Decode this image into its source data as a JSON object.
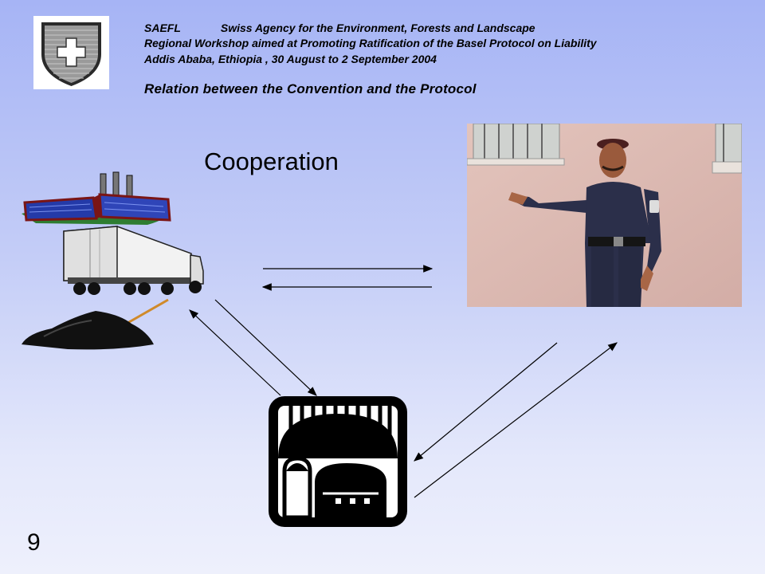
{
  "header": {
    "org_abbr": "SAEFL",
    "org_name": "Swiss Agency for the Environment, Forests and Landscape",
    "workshop": "Regional Workshop aimed at Promoting Ratification of the Basel Protocol on Liability",
    "location_date": "Addis Ababa, Ethiopia , 30 August to 2 September 2004"
  },
  "slide": {
    "subtitle": "Relation between the Convention and the Protocol",
    "heading": "Cooperation",
    "page_number": "9"
  },
  "icons": {
    "logo": "swiss-shield-icon",
    "industry": "factory-truck-waste-icon",
    "authority": "police-officer-photo",
    "institution": "building-icon"
  },
  "colors": {
    "background_top": "#a6b4f5",
    "background_bottom": "#eef0fc",
    "text": "#000000"
  }
}
